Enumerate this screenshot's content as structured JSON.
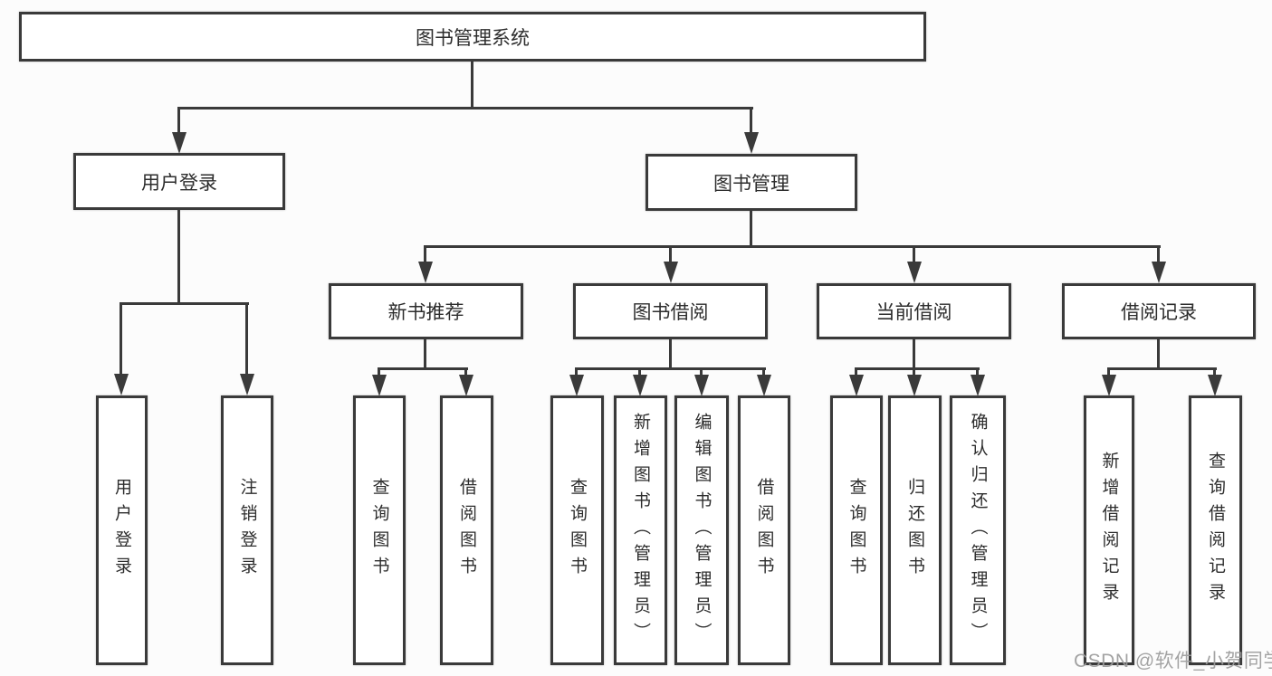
{
  "diagram": {
    "type": "hierarchy-tree",
    "root": {
      "label": "图书管理系统"
    },
    "branches": [
      {
        "label": "用户登录",
        "children": [
          {
            "label": "用户登录"
          },
          {
            "label": "注销登录"
          }
        ]
      },
      {
        "label": "图书管理",
        "groups": [
          {
            "label": "新书推荐",
            "children": [
              {
                "label": "查询图书"
              },
              {
                "label": "借阅图书"
              }
            ]
          },
          {
            "label": "图书借阅",
            "children": [
              {
                "label": "查询图书"
              },
              {
                "label": "新增图书（管理员）"
              },
              {
                "label": "编辑图书（管理员）"
              },
              {
                "label": "借阅图书"
              }
            ]
          },
          {
            "label": "当前借阅",
            "children": [
              {
                "label": "查询图书"
              },
              {
                "label": "归还图书"
              },
              {
                "label": "确认归还（管理员）"
              }
            ]
          },
          {
            "label": "借阅记录",
            "children": [
              {
                "label": "新增借阅记录"
              },
              {
                "label": "查询借阅记录"
              }
            ]
          }
        ]
      }
    ]
  },
  "watermark": {
    "text": "CSDN @软件_小贺同学"
  },
  "colors": {
    "line": "#3a3a3a",
    "box_border": "#3a3a3a",
    "box_fill": "#ffffff",
    "text": "#2d2d2d",
    "background": "#fcfcfc",
    "watermark": "#9c9c9c"
  }
}
